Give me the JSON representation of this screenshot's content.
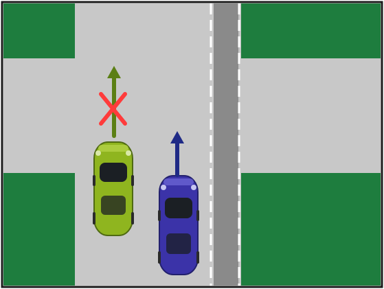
{
  "scene": {
    "type": "traffic-rules-intersection-illustration",
    "colors": {
      "border": "#1a1a1a",
      "grass": "#1e7d3e",
      "road": "#c8c8c8",
      "center_median": "#8a8a8a",
      "lane_marking": "#ffffff",
      "forbidden_mark": "#ff3b3b",
      "green_car_body": "#8fb51f",
      "green_car_arrow": "#5b7f14",
      "blue_car_body": "#3b33a8",
      "blue_car_arrow": "#1f2a86",
      "car_glass": "#1b1f24"
    },
    "elements": [
      {
        "name": "top-left-grass-corner",
        "kind": "grass"
      },
      {
        "name": "top-right-grass-corner",
        "kind": "grass"
      },
      {
        "name": "bottom-left-grass-corner",
        "kind": "grass"
      },
      {
        "name": "bottom-right-grass-corner",
        "kind": "grass"
      },
      {
        "name": "center-median-strip",
        "kind": "median"
      },
      {
        "name": "green-car",
        "kind": "vehicle",
        "direction": "straight-ahead",
        "status": "forbidden"
      },
      {
        "name": "blue-car",
        "kind": "vehicle",
        "direction": "straight-ahead",
        "status": "allowed"
      }
    ]
  }
}
